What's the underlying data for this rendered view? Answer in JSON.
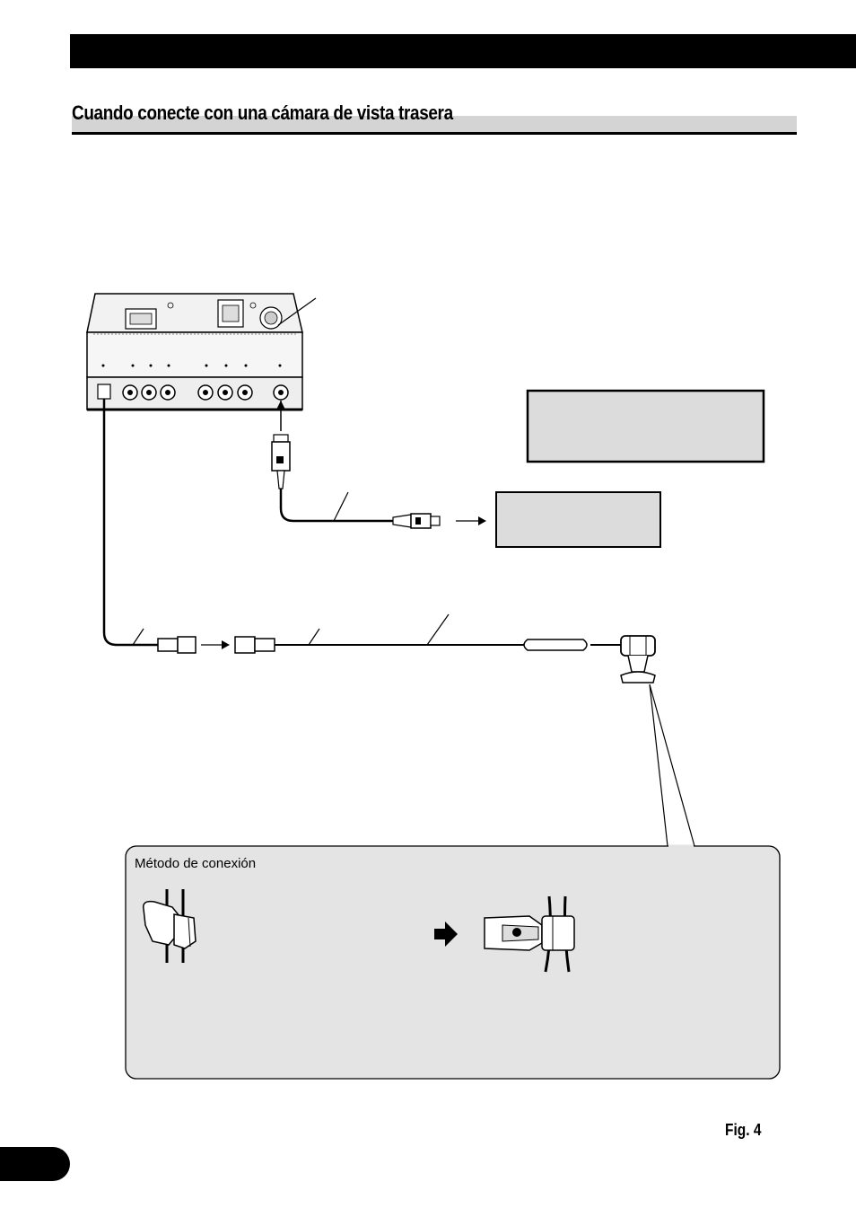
{
  "header": {
    "section_title": "Cuando conecte con una cámara de vista trasera"
  },
  "callout": {
    "title": "Método de conexión"
  },
  "figure": {
    "label": "Fig. 4"
  },
  "colors": {
    "text": "#000000",
    "label_box_fill": "#dcdcdc",
    "callout_fill": "#e4e4e4",
    "title_band": "#d4d4d4"
  }
}
